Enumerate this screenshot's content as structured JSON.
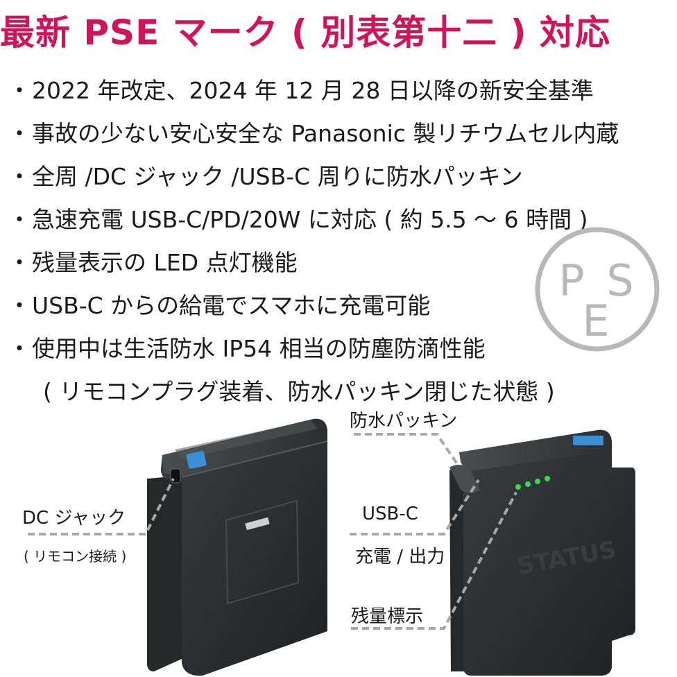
{
  "title": "最新 PSE マーク ( 別表第十二 ) 対応",
  "bullets": [
    {
      "dot": "・",
      "text": "2022 年改定、2024 年 12 月 28 日以降の新安全基準"
    },
    {
      "dot": "・",
      "text": "事故の少ない安心安全な Panasonic 製リチウムセル内蔵"
    },
    {
      "dot": "・",
      "text": "全周 /DC ジャック /USB-C 周りに防水パッキン"
    },
    {
      "dot": "・",
      "text": "急速充電 USB-C/PD/20W に対応 ( 約 5.5 ～ 6 時間 )"
    },
    {
      "dot": "・",
      "text": "残量表示の LED 点灯機能"
    },
    {
      "dot": "・",
      "text": "USB-C からの給電でスマホに充電可能"
    },
    {
      "dot": "・",
      "text": "使用中は生活防水 IP54 相当の防塵防滴性能"
    },
    {
      "text": "( リモコンプラグ装着、防水パッキン閉じた状態 )"
    }
  ],
  "pse_mark": {
    "letters": [
      "P",
      "S",
      "E"
    ],
    "color": "#b8b8b8"
  },
  "labels": {
    "dc_jack": "DC ジャック",
    "remote": "( リモコン接続 )",
    "waterproof": "防水パッキン",
    "usbc": "USB-C",
    "charge": "充電 / 出力",
    "battery_level": "残量標示"
  },
  "battery_right": {
    "brand": "STATUS"
  },
  "colors": {
    "title": "#d1145a",
    "battery": "#2e3133",
    "led": "#37d957",
    "sticker": "#3a8fd6"
  }
}
